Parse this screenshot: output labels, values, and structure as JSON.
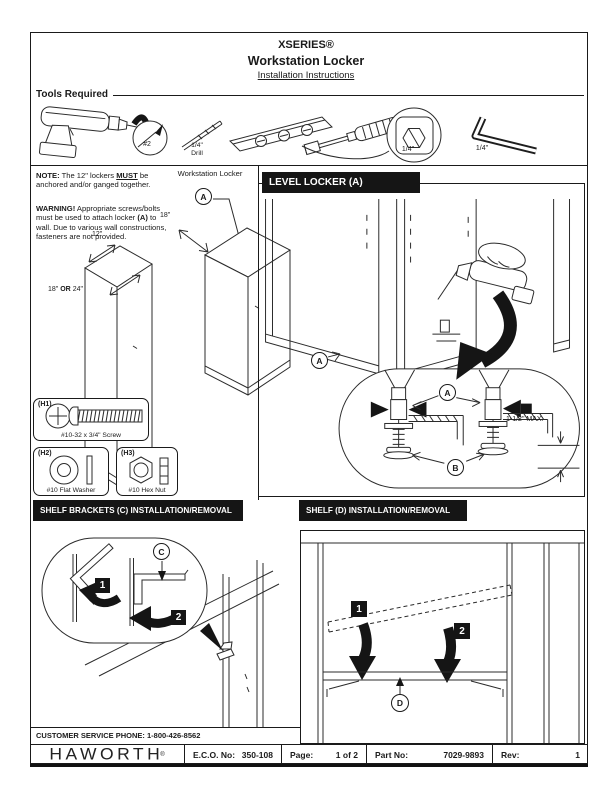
{
  "header": {
    "brand": "XSERIES®",
    "product": "Workstation Locker",
    "subtitle": "Installation Instructions"
  },
  "tools": {
    "title": "Tools Required",
    "items": [
      {
        "name": "power-drill-icon",
        "label": "#2"
      },
      {
        "name": "drill-bit-icon",
        "label": "1/4\"\nDrill"
      },
      {
        "name": "level-icon",
        "label": ""
      },
      {
        "name": "nut-driver-icon",
        "label": "1/4\""
      },
      {
        "name": "allen-wrench-icon",
        "label": "1/4\""
      }
    ]
  },
  "notes": {
    "note_label": "NOTE:",
    "note_pre": " The 12\" lockers ",
    "note_must": "MUST",
    "note_post": " be anchored and/or ganged together.",
    "warn_label": "WARNING!",
    "warn_pre": " Appropriate screws/bolts must be used to attach locker ",
    "warn_a": "(A)",
    "warn_post": " to wall.  Due to various wall constructions, fasteners are not provided."
  },
  "diagram": {
    "caption": "Workstation Locker",
    "callout_a": "A",
    "dim_18": "18\"",
    "dim_12": "12\"",
    "dim_small_a": "18\"",
    "dim_small_or": "OR",
    "dim_small_b": "24\""
  },
  "hardware": {
    "h1": {
      "id": "(H1)",
      "label": "#10-32 x 3/4\" Screw"
    },
    "h2": {
      "id": "(H2)",
      "label": "#10 Flat Washer"
    },
    "h3": {
      "id": "(H3)",
      "label": "#10 Hex Nut"
    }
  },
  "level": {
    "title": "LEVEL LOCKER (A)",
    "callout_a": "A",
    "callout_b": "B",
    "max_label": "1-1/2\" MAX."
  },
  "shelf_brackets": {
    "title": "SHELF BRACKETS (C) INSTALLATION/REMOVAL",
    "step1": "1",
    "step2": "2",
    "callout_c": "C"
  },
  "shelf": {
    "title": "SHELF (D) INSTALLATION/REMOVAL",
    "step1": "1",
    "step2": "2",
    "callout_d": "D"
  },
  "footer": {
    "phone": "CUSTOMER SERVICE PHONE: 1-800-426-8562",
    "logo": "HAWORTH",
    "logo_reg": "®",
    "eco_label": "E.C.O. No:",
    "eco_value": "350-108",
    "page_label": "Page:",
    "page_value": "1 of 2",
    "part_label": "Part No:",
    "part_value": "7029-9893",
    "rev_label": "Rev:",
    "rev_value": "1"
  }
}
